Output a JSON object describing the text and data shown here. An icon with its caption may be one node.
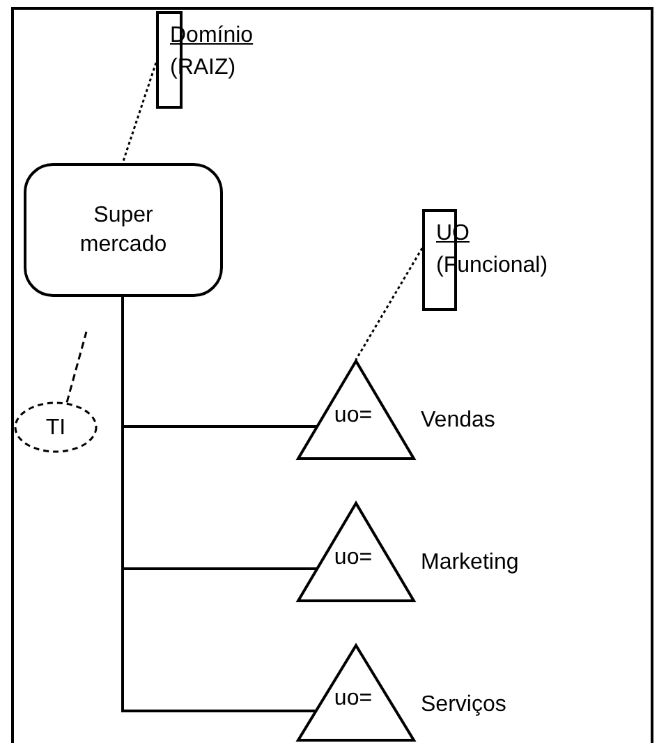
{
  "diagram": {
    "nodes": [
      {
        "text": [
          "Domínio",
          "(RAIZ)"
        ]
      },
      {
        "text": [
          "Super mercado"
        ]
      },
      {
        "text": [
          "UO",
          "(Funcional)"
        ]
      },
      {
        "text": [
          "TI"
        ]
      },
      {
        "text": [
          "uo="
        ],
        "beside": [
          "Vendas"
        ]
      },
      {
        "text": [
          "uo="
        ],
        "beside": [
          "Marketing"
        ]
      },
      {
        "text": [
          "uo="
        ],
        "beside": [
          "Serviços"
        ]
      }
    ],
    "edges": [
      {
        "from": 0,
        "to": 1,
        "arrow": "none",
        "style": "dashed"
      },
      {
        "from": 2,
        "to": 4,
        "arrow": "none",
        "style": "dashed"
      },
      {
        "from": 3,
        "to": null,
        "arrow": "none",
        "style": "dashed"
      },
      {
        "from": 1,
        "to": 4,
        "arrow": "none"
      },
      {
        "from": 1,
        "to": 5,
        "arrow": "none"
      },
      {
        "from": 1,
        "to": 6,
        "arrow": "none"
      }
    ]
  }
}
